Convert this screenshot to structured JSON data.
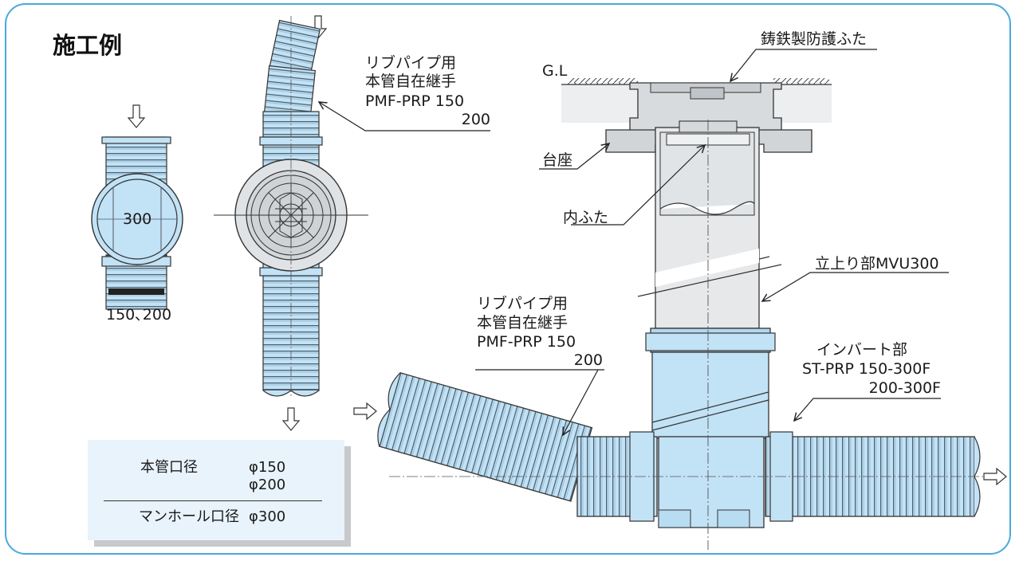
{
  "title": "施工例",
  "sketch_left": {
    "size_label": "300",
    "sizes_label": "150､200"
  },
  "top_joint": {
    "line1": "リブパイプ用",
    "line2": "本管自在継手",
    "line3": "PMF-PRP 150",
    "line4": "200"
  },
  "cover": "鋳鉄製防護ふた",
  "ground": "G.L",
  "base": "台座",
  "inner_cover": "内ふた",
  "riser": "立上り部MVU300",
  "bottom_joint": {
    "line1": "リブパイプ用",
    "line2": "本管自在継手",
    "line3": "PMF-PRP 150",
    "line4": "200"
  },
  "invert": {
    "line1": "インバート部",
    "line2": "ST-PRP 150-300F",
    "line3": "200-300F"
  },
  "legend": {
    "row1_label": "本管口径",
    "row1_v1": "φ150",
    "row1_v2": "φ200",
    "row2_label": "マンホール口径",
    "row2_v": "φ300"
  },
  "colors": {
    "frame": "#4aa9dc",
    "pipe_blue": "#c2e2f6",
    "riser_gray": "#e6e8ea",
    "legend_bg": "#e8f3fb"
  }
}
